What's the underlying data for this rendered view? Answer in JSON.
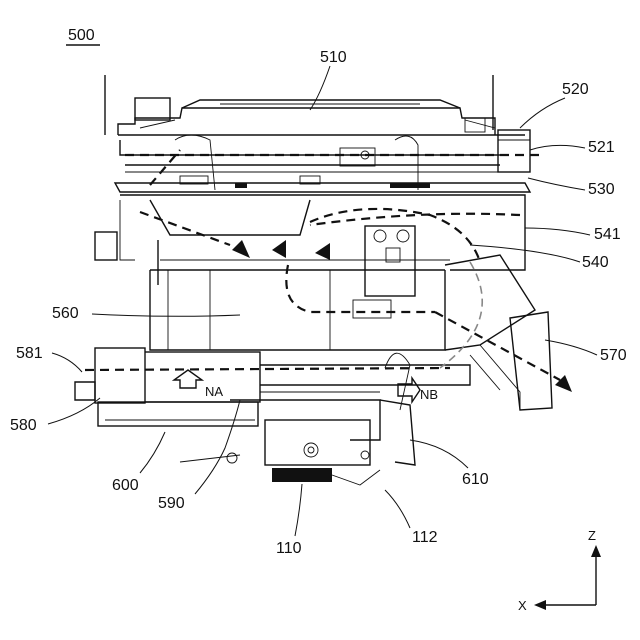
{
  "figure": {
    "number": "500",
    "callouts": {
      "c510": "510",
      "c520": "520",
      "c521": "521",
      "c530": "530",
      "c541": "541",
      "c540": "540",
      "c560": "560",
      "c570": "570",
      "c581": "581",
      "c580": "580",
      "c600": "600",
      "c590": "590",
      "c610": "610",
      "c110": "110",
      "c112": "112"
    },
    "flows": {
      "na": "NA",
      "nb": "NB"
    },
    "axes": {
      "z": "Z",
      "x": "X"
    }
  }
}
